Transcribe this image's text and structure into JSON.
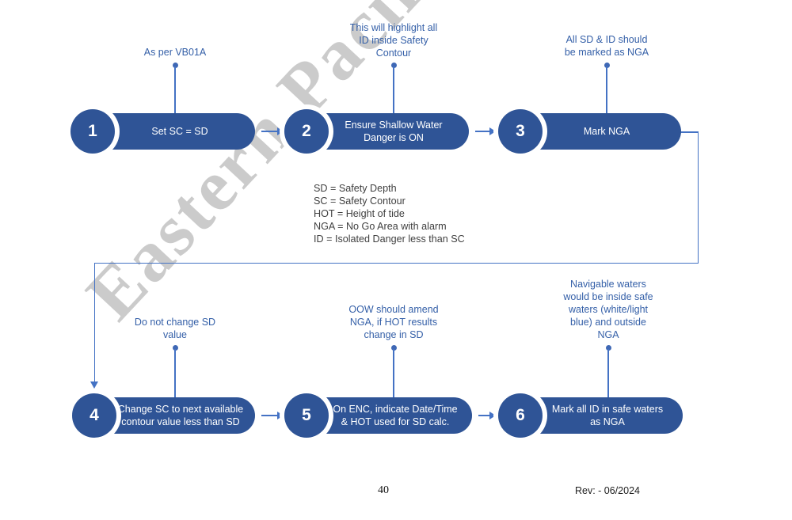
{
  "watermark": {
    "text": "Eastern Pacific Shipping"
  },
  "steps": [
    {
      "number": "1",
      "label": "Set SC = SD",
      "annotation": "As per VB01A"
    },
    {
      "number": "2",
      "label": "Ensure Shallow Water\nDanger is ON",
      "annotation": "This will highlight all\nID inside Safety\nContour"
    },
    {
      "number": "3",
      "label": "Mark NGA",
      "annotation": "All SD & ID should\nbe marked as NGA"
    },
    {
      "number": "4",
      "label": "Change SC to next available\ncontour value less than SD",
      "annotation": "Do not change SD\nvalue"
    },
    {
      "number": "5",
      "label": "On ENC, indicate Date/Time\n& HOT used for SD calc.",
      "annotation": "OOW should amend\nNGA, if HOT results\nchange in SD"
    },
    {
      "number": "6",
      "label": "Mark all ID in safe waters\nas NGA",
      "annotation": "Navigable waters\nwould be inside safe\nwaters (white/light\nblue) and outside\nNGA"
    }
  ],
  "legend": {
    "lines": [
      "SD = Safety Depth",
      "SC = Safety Contour",
      "HOT = Height of tide",
      "NGA = No Go Area with alarm",
      "ID = Isolated Danger less than SC"
    ]
  },
  "footer": {
    "page_number": "40",
    "revision": "Rev: - 06/2024"
  },
  "colors": {
    "shape_blue": "#2f5496",
    "connector_blue": "#4472c4",
    "annotation_text_blue": "#3560a8",
    "legend_text": "#3f3f3f",
    "watermark_gray": "#c9c9c9"
  }
}
